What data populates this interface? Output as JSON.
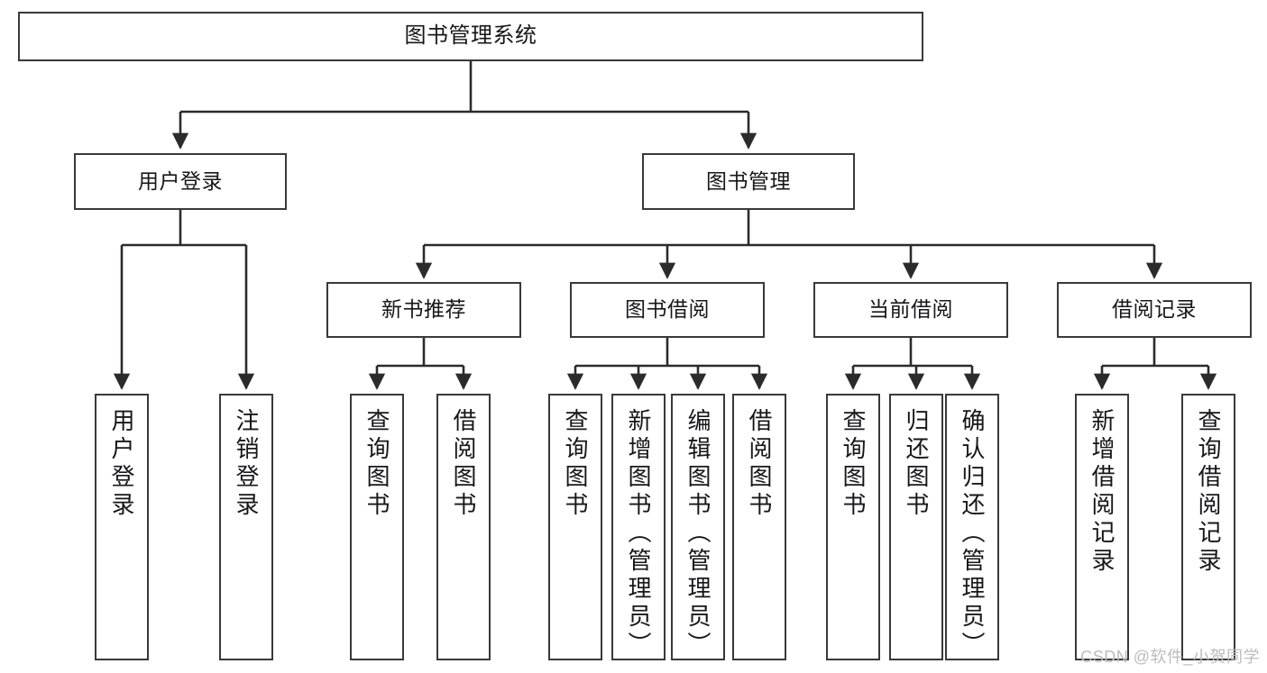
{
  "diagram": {
    "type": "tree",
    "title": "图书管理系统",
    "watermark": "CSDN @软件_小贺同学",
    "colors": {
      "box_border": "#39393b",
      "box_fill": "#ffffff",
      "edge": "#2b2b2d",
      "text": "#17171a",
      "watermark": "#b9bcc2"
    },
    "levels": {
      "root": "图书管理系统",
      "level2": [
        "用户登录",
        "图书管理"
      ],
      "level3": [
        "新书推荐",
        "图书借阅",
        "当前借阅",
        "借阅记录"
      ]
    },
    "nodes": {
      "root": {
        "label": "图书管理系统"
      },
      "user_login": {
        "label": "用户登录"
      },
      "book_manage": {
        "label": "图书管理"
      },
      "new_book_rec": {
        "label": "新书推荐"
      },
      "book_borrow": {
        "label": "图书借阅"
      },
      "current_borrow": {
        "label": "当前借阅"
      },
      "borrow_record": {
        "label": "借阅记录"
      },
      "leaf_user_login": {
        "label": "用户登录"
      },
      "leaf_logout": {
        "label": "注销登录"
      },
      "leaf_query_book_1": {
        "label": "查询图书"
      },
      "leaf_borrow_book_1": {
        "label": "借阅图书"
      },
      "leaf_query_book_2": {
        "label": "查询图书"
      },
      "leaf_add_book": {
        "label": "新增图书（管理员）"
      },
      "leaf_edit_book": {
        "label": "编辑图书（管理员）"
      },
      "leaf_borrow_book_2": {
        "label": "借阅图书"
      },
      "leaf_query_book_3": {
        "label": "查询图书"
      },
      "leaf_return_book": {
        "label": "归还图书"
      },
      "leaf_confirm_return": {
        "label": "确认归还（管理员）"
      },
      "leaf_add_record": {
        "label": "新增借阅记录"
      },
      "leaf_query_record": {
        "label": "查询借阅记录"
      }
    },
    "edges": [
      {
        "from": "root",
        "to": "user_login"
      },
      {
        "from": "root",
        "to": "book_manage"
      },
      {
        "from": "user_login",
        "to": "leaf_user_login"
      },
      {
        "from": "user_login",
        "to": "leaf_logout"
      },
      {
        "from": "book_manage",
        "to": "new_book_rec"
      },
      {
        "from": "book_manage",
        "to": "book_borrow"
      },
      {
        "from": "book_manage",
        "to": "current_borrow"
      },
      {
        "from": "book_manage",
        "to": "borrow_record"
      },
      {
        "from": "new_book_rec",
        "to": "leaf_query_book_1"
      },
      {
        "from": "new_book_rec",
        "to": "leaf_borrow_book_1"
      },
      {
        "from": "book_borrow",
        "to": "leaf_query_book_2"
      },
      {
        "from": "book_borrow",
        "to": "leaf_add_book"
      },
      {
        "from": "book_borrow",
        "to": "leaf_edit_book"
      },
      {
        "from": "book_borrow",
        "to": "leaf_borrow_book_2"
      },
      {
        "from": "current_borrow",
        "to": "leaf_query_book_3"
      },
      {
        "from": "current_borrow",
        "to": "leaf_return_book"
      },
      {
        "from": "current_borrow",
        "to": "leaf_confirm_return"
      },
      {
        "from": "borrow_record",
        "to": "leaf_add_record"
      },
      {
        "from": "borrow_record",
        "to": "leaf_query_record"
      }
    ]
  }
}
